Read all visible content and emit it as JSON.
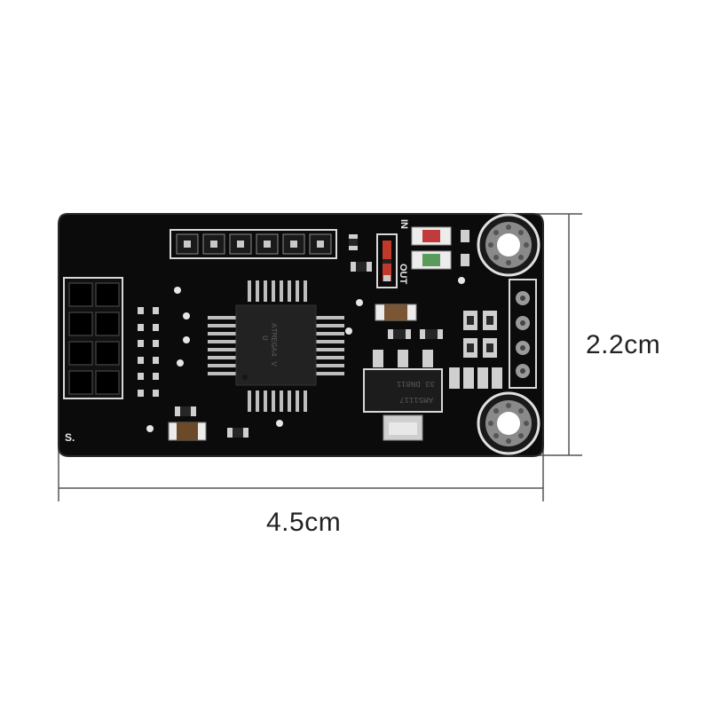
{
  "dimensions": {
    "width_label": "4.5cm",
    "height_label": "2.2cm"
  },
  "silkscreen": {
    "label_in": "IN",
    "label_out": "OUT",
    "label_s": "S.",
    "mcu_marking": "ATMEGA4 V",
    "mcu_marking_line2": "U",
    "regulator_marking_line1": "33 DN811",
    "regulator_marking_line2": "AMS1117"
  },
  "colors": {
    "background": "#ffffff",
    "pcb": "#0b0b0b",
    "silkscreen": "#e8e8e8",
    "pad": "#c9c9c9",
    "dimension_line": "#555555",
    "diode_body": "#c0392b"
  },
  "icons": {
    "board": "pcb-module-icon",
    "mcu": "ic-chip-icon",
    "regulator": "voltage-regulator-icon",
    "mount_hole": "screw-hole-icon"
  }
}
